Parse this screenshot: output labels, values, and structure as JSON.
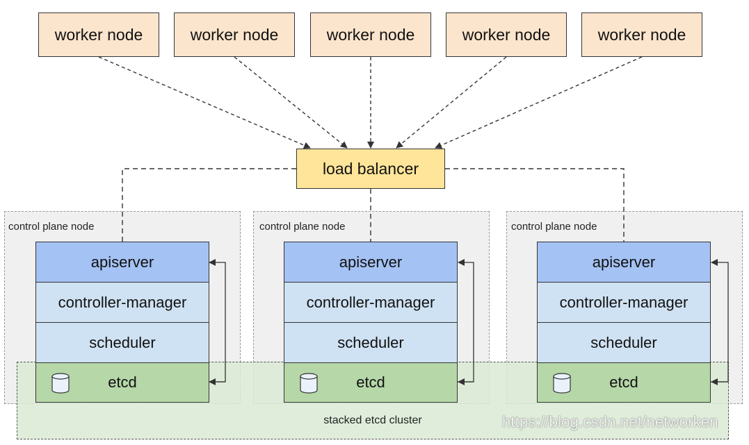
{
  "worker_nodes": [
    "worker node",
    "worker node",
    "worker node",
    "worker node",
    "worker node"
  ],
  "load_balancer": {
    "label": "load balancer"
  },
  "control_planes": [
    {
      "label": "control plane node",
      "components": [
        "apiserver",
        "controller-manager",
        "scheduler",
        "etcd"
      ]
    },
    {
      "label": "control plane node",
      "components": [
        "apiserver",
        "controller-manager",
        "scheduler",
        "etcd"
      ]
    },
    {
      "label": "control plane node",
      "components": [
        "apiserver",
        "controller-manager",
        "scheduler",
        "etcd"
      ]
    }
  ],
  "etcd_cluster": {
    "label": "stacked etcd cluster"
  },
  "watermark": "https://blog.csdn.net/networken",
  "colors": {
    "worker": "#fce5cd",
    "load_balancer": "#ffe599",
    "apiserver": "#a4c2f4",
    "controller_scheduler": "#cfe2f3",
    "etcd": "#b6d7a8",
    "etcd_cluster_bg": "#d9ead3",
    "control_plane_bg": "#f0f0f0"
  },
  "icons": {
    "etcd": "database-icon"
  }
}
